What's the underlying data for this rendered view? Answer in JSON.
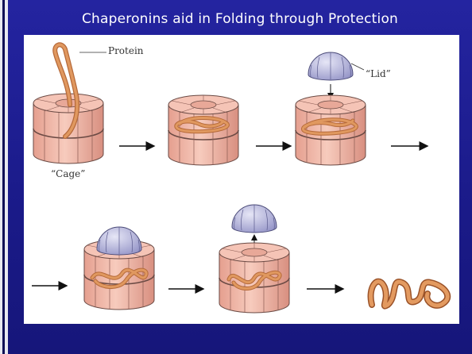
{
  "slide": {
    "title": "Chaperonins aid in Folding through Protection"
  },
  "figure": {
    "labels": {
      "protein": "Protein",
      "lid": "“Lid”",
      "cage": "“Cage”"
    },
    "colors": {
      "cage_fill": "#f2b8a8",
      "cage_stroke": "#6a4a44",
      "lid_fill": "#b9b9e0",
      "protein": "#d48550",
      "background": "#1c1c8a"
    }
  }
}
